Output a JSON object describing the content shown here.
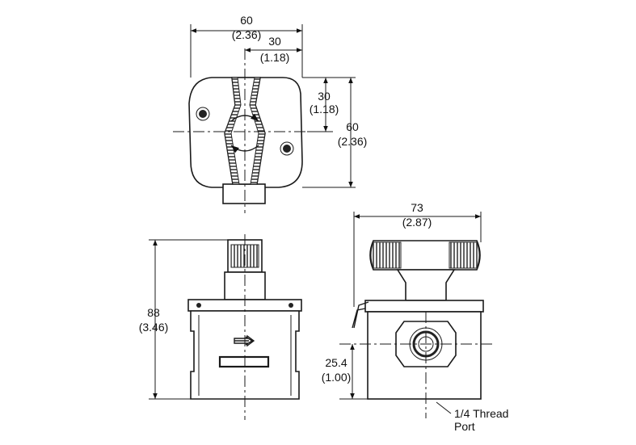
{
  "top_view": {
    "width_mm": "60",
    "width_in": "(2.36)",
    "half_width_mm": "30",
    "half_width_in": "(1.18)",
    "half_height_mm": "30",
    "half_height_in": "(1.18)",
    "height_mm": "60",
    "height_in": "(2.36)"
  },
  "front_view": {
    "height_mm": "88",
    "height_in": "(3.46)"
  },
  "side_view": {
    "width_mm": "73",
    "width_in": "(2.87)",
    "port_height_mm": "25.4",
    "port_height_in": "(1.00)",
    "port_label_line1": "1/4 Thread",
    "port_label_line2": "Port"
  }
}
